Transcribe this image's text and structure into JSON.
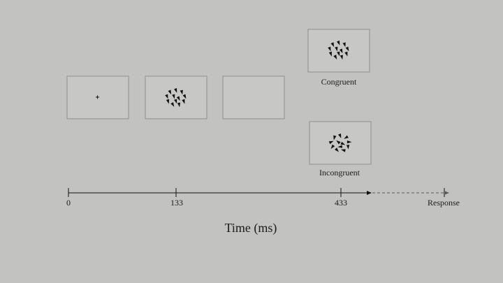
{
  "frames": {
    "congruent_label": "Congruent",
    "incongruent_label": "Incongruent"
  },
  "timeline": {
    "ticks": [
      "0",
      "133",
      "433"
    ],
    "response_label": "Response",
    "axis_label": "Time (ms)"
  },
  "colors": {
    "background": "#c2c3c1",
    "frame_fill": "#c7c8c6",
    "frame_stroke": "#8e8f8d",
    "ink": "#111111",
    "dashed": "#5a5a5a"
  }
}
